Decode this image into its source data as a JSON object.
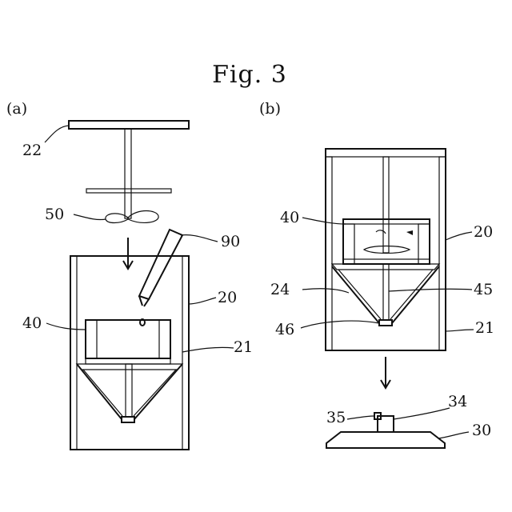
{
  "title": "Fig. 3",
  "panels": {
    "a": "(a)",
    "b": "(b)"
  },
  "labels_a": {
    "l22": "22",
    "l50": "50",
    "l90": "90",
    "l20": "20",
    "l40": "40",
    "l21": "21"
  },
  "labels_b": {
    "l40": "40",
    "l20": "20",
    "l24": "24",
    "l45": "45",
    "l46": "46",
    "l21": "21",
    "l35": "35",
    "l34": "34",
    "l30": "30"
  }
}
